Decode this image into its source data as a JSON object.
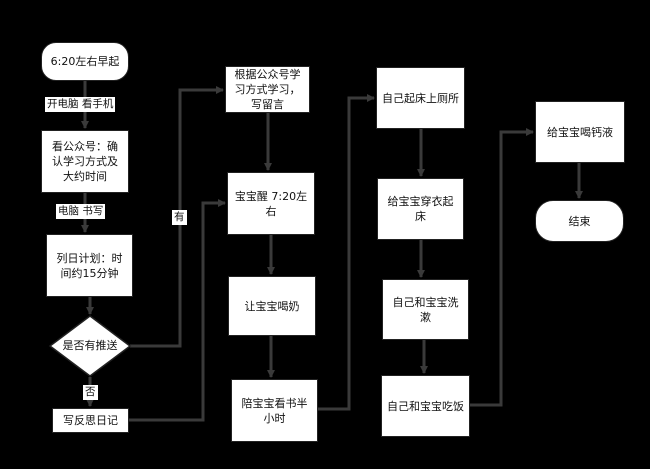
{
  "nodes": {
    "wake_up": "6:20左右早起",
    "check_wechat": "看公众号：确认学习方式及大约时间",
    "daily_plan": "列日计划：时间约15分钟",
    "has_push": "是否有推送",
    "reflection": "写反思日记",
    "study_by_wechat": "根据公众号学习方式学习，写留言",
    "baby_wakes": "宝宝醒 7:20左右",
    "feed_milk": "让宝宝喝奶",
    "read_books": "陪宝宝看书半小时",
    "self_toilet": "自己起床上厕所",
    "dress_baby": "给宝宝穿衣起床",
    "wash_up": "自己和宝宝洗漱",
    "eat_meal": "自己和宝宝吃饭",
    "calcium": "给宝宝喝钙液",
    "end": "结束"
  },
  "edge_labels": {
    "computer_phone": "开电脑 看手机",
    "computer_writing": "电脑 书写",
    "yes": "有",
    "no": "否"
  }
}
